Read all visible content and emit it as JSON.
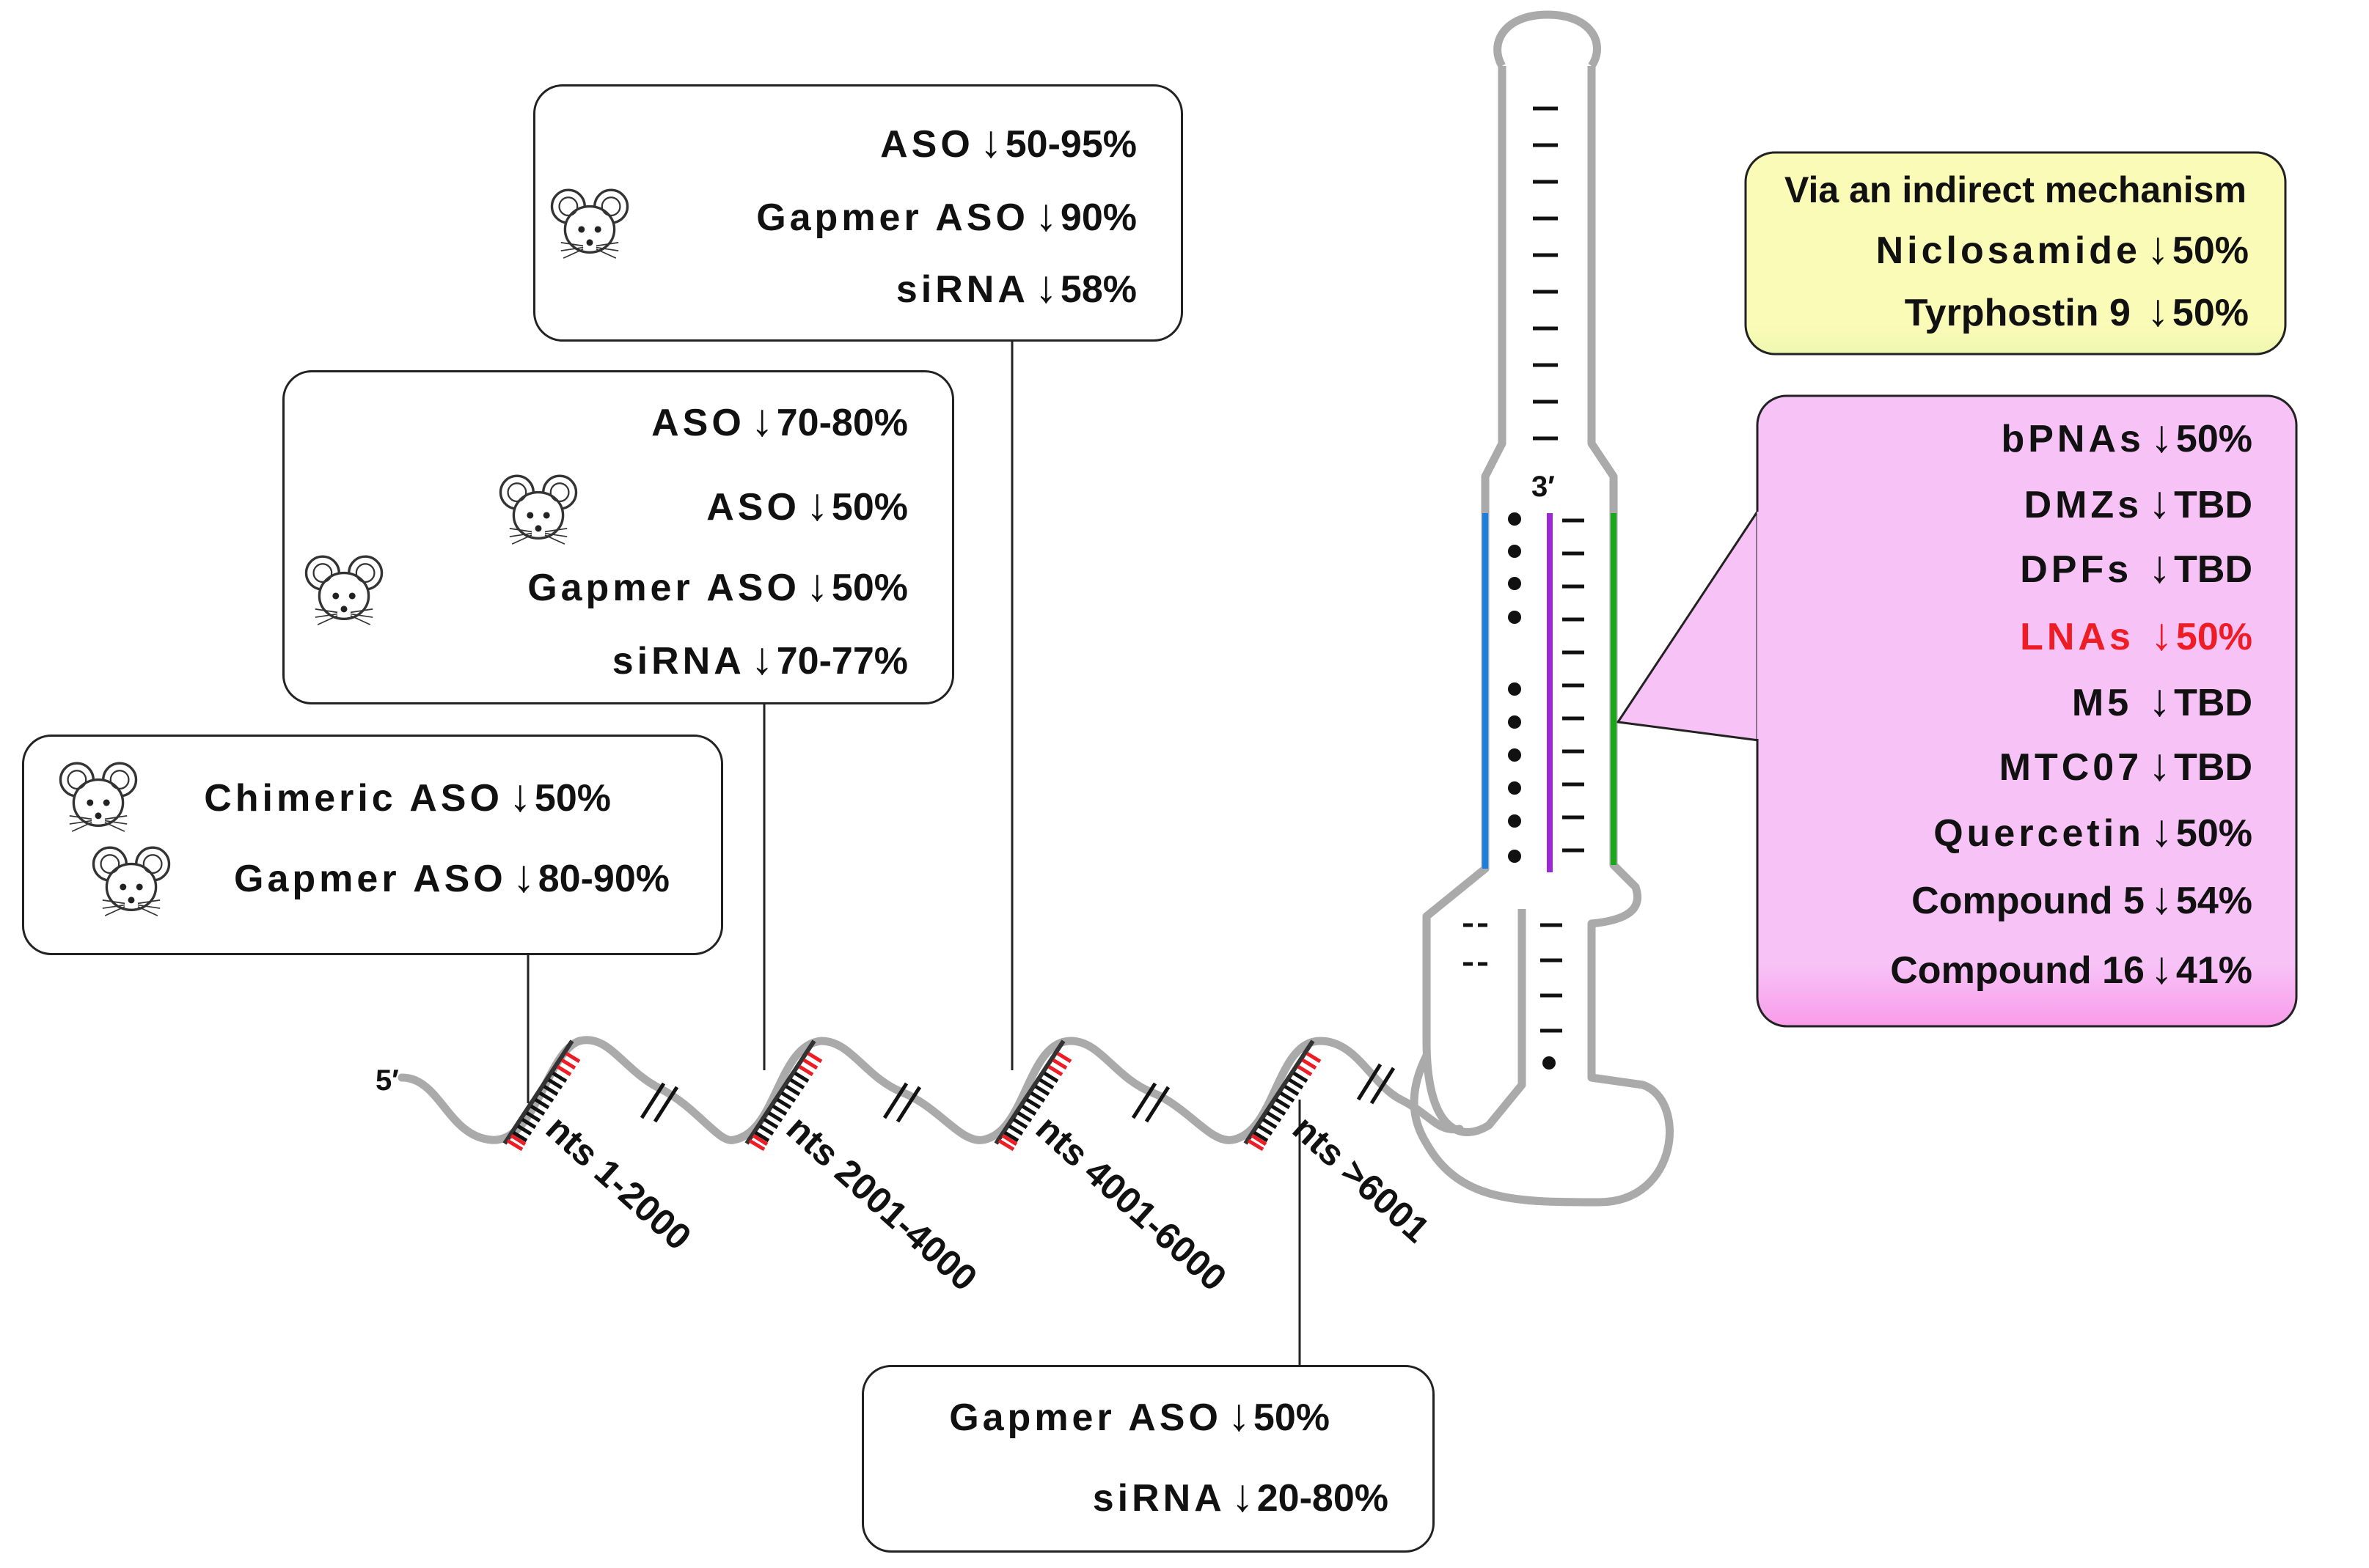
{
  "colors": {
    "strand": "#aaaaaa",
    "highlight_red": "#ee1c25",
    "indirect_bg": "#fbfbb8",
    "pink_bg": "#f7c3f7",
    "blue": "#1a7fe0",
    "purple": "#9b28d9",
    "green": "#1aa81a"
  },
  "icons": [
    "mouse-icon"
  ],
  "strand": {
    "five_prime": "5′",
    "three_prime": "3′"
  },
  "regions": [
    {
      "label": "nts 1-2000"
    },
    {
      "label": "nts 2001-4000"
    },
    {
      "label": "nts 4001-6000"
    },
    {
      "label": "nts >6001"
    }
  ],
  "box_1_2000": {
    "items": [
      {
        "label": "Chimeric ASO",
        "arrow": "↓",
        "value": "50%"
      },
      {
        "label": "Gapmer ASO",
        "arrow": "↓",
        "value": "80-90%"
      }
    ]
  },
  "box_2001_4000": {
    "items": [
      {
        "label": "ASO",
        "arrow": "↓",
        "value": "70-80%"
      },
      {
        "label": "ASO",
        "arrow": "↓",
        "value": "50%"
      },
      {
        "label": "Gapmer ASO",
        "arrow": "↓",
        "value": "50%"
      },
      {
        "label": "siRNA",
        "arrow": "↓",
        "value": "70-77%"
      }
    ]
  },
  "box_4001_6000": {
    "items": [
      {
        "label": "ASO",
        "arrow": "↓",
        "value": "50-95%"
      },
      {
        "label": "Gapmer ASO",
        "arrow": "↓",
        "value": "90%"
      },
      {
        "label": "siRNA",
        "arrow": "↓",
        "value": "58%"
      }
    ]
  },
  "box_6001": {
    "items": [
      {
        "label": "Gapmer ASO",
        "arrow": "↓",
        "value": "50%"
      },
      {
        "label": "siRNA",
        "arrow": "↓",
        "value": "20-80%"
      }
    ]
  },
  "indirect": {
    "title": "Via an indirect mechanism",
    "items": [
      {
        "label": "Niclosamide",
        "arrow": "↓",
        "value": "50%"
      },
      {
        "label": "Tyrphostin 9",
        "arrow": "↓",
        "value": "50%"
      }
    ]
  },
  "hairpin_binders": {
    "items": [
      {
        "label": "bPNAs",
        "arrow": "↓",
        "value": "50%"
      },
      {
        "label": "DMZs",
        "arrow": "↓",
        "value": "TBD"
      },
      {
        "label": "DPFs",
        "arrow": "↓",
        "value": "TBD"
      },
      {
        "label": "LNAs",
        "arrow": "↓",
        "value": "50%"
      },
      {
        "label": "M5",
        "arrow": "↓",
        "value": "TBD"
      },
      {
        "label": "MTC07",
        "arrow": "↓",
        "value": "TBD"
      },
      {
        "label": "Quercetin",
        "arrow": "↓",
        "value": "50%"
      },
      {
        "label": "Compound 5",
        "arrow": "↓",
        "value": "54%"
      },
      {
        "label": "Compound 16",
        "arrow": "↓",
        "value": "41%"
      }
    ]
  }
}
